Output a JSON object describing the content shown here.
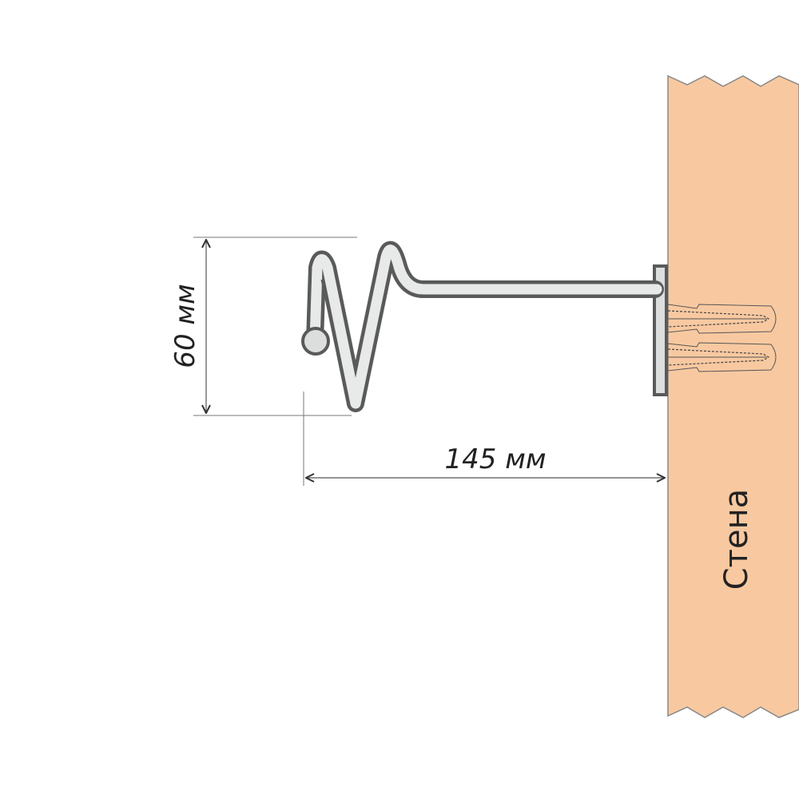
{
  "labels": {
    "height_dimension": "60 мм",
    "length_dimension": "145 мм",
    "wall": "Стена"
  },
  "colors": {
    "wall": "#f8c9a0",
    "outline": "#5a5a5a",
    "metal": "#e8eaea",
    "dim_line": "#777777"
  }
}
